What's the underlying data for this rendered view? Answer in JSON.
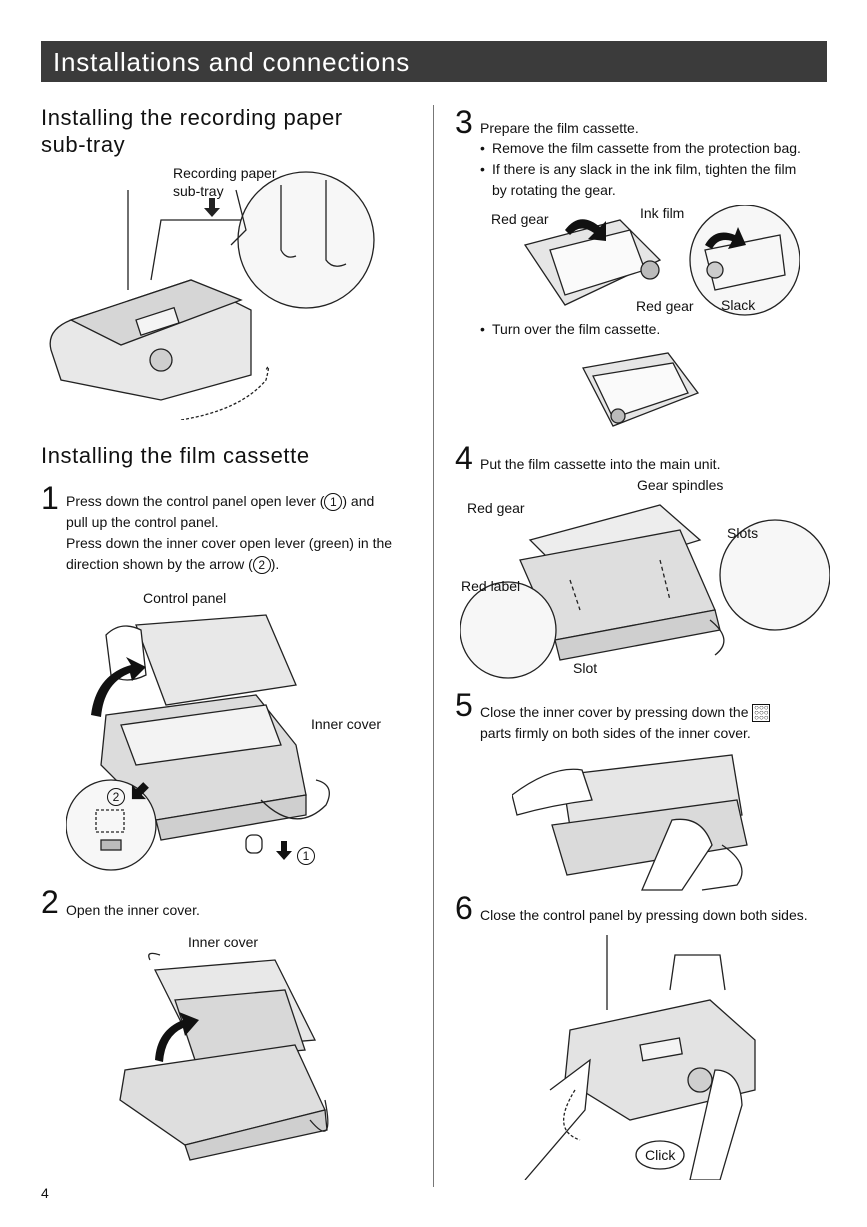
{
  "header": {
    "title": "Installations and connections"
  },
  "left": {
    "section1": {
      "title_line1": "Installing the recording paper",
      "title_line2": "sub-tray",
      "fig_label_line1": "Recording paper",
      "fig_label_line2": "sub-tray"
    },
    "section2": {
      "title": "Installing the film cassette",
      "step1": {
        "num": "1",
        "line1_pre": "Press down the control panel open lever (",
        "marker1": "1",
        "line1_post": ") and",
        "line2": "pull up the control panel.",
        "line3": "Press down the inner cover open lever (green) in the",
        "line4_pre": "direction shown by the arrow (",
        "marker2": "2",
        "line4_post": ").",
        "fig_label_control": "Control panel",
        "fig_label_inner": "Inner cover",
        "fig_marker2": "2",
        "fig_marker1": "1"
      },
      "step2": {
        "num": "2",
        "text": "Open the inner cover.",
        "fig_label": "Inner cover"
      }
    }
  },
  "right": {
    "step3": {
      "num": "3",
      "text": "Prepare the film cassette.",
      "bullet1": "Remove the film cassette from the protection bag.",
      "bullet2_line1": "If there is any slack in the ink film, tighten the film",
      "bullet2_line2": "by rotating the gear.",
      "fig_labels": {
        "red_gear": "Red gear",
        "ink_film": "Ink film",
        "red_gear2": "Red gear",
        "slack": "Slack"
      },
      "bullet3": "Turn over the film cassette."
    },
    "step4": {
      "num": "4",
      "text": "Put the film cassette into the main unit.",
      "fig_labels": {
        "gear_spindles": "Gear spindles",
        "red_gear": "Red gear",
        "slots": "Slots",
        "red_label": "Red label",
        "slot": "Slot"
      }
    },
    "step5": {
      "num": "5",
      "line1": "Close the inner cover by pressing down the",
      "dots": "○○○ ○○○ ○○○",
      "line2": "parts firmly on both sides of the inner cover."
    },
    "step6": {
      "num": "6",
      "text": "Close the control panel by pressing down both sides.",
      "fig_label": "Click"
    }
  },
  "footer": {
    "page": "4"
  }
}
